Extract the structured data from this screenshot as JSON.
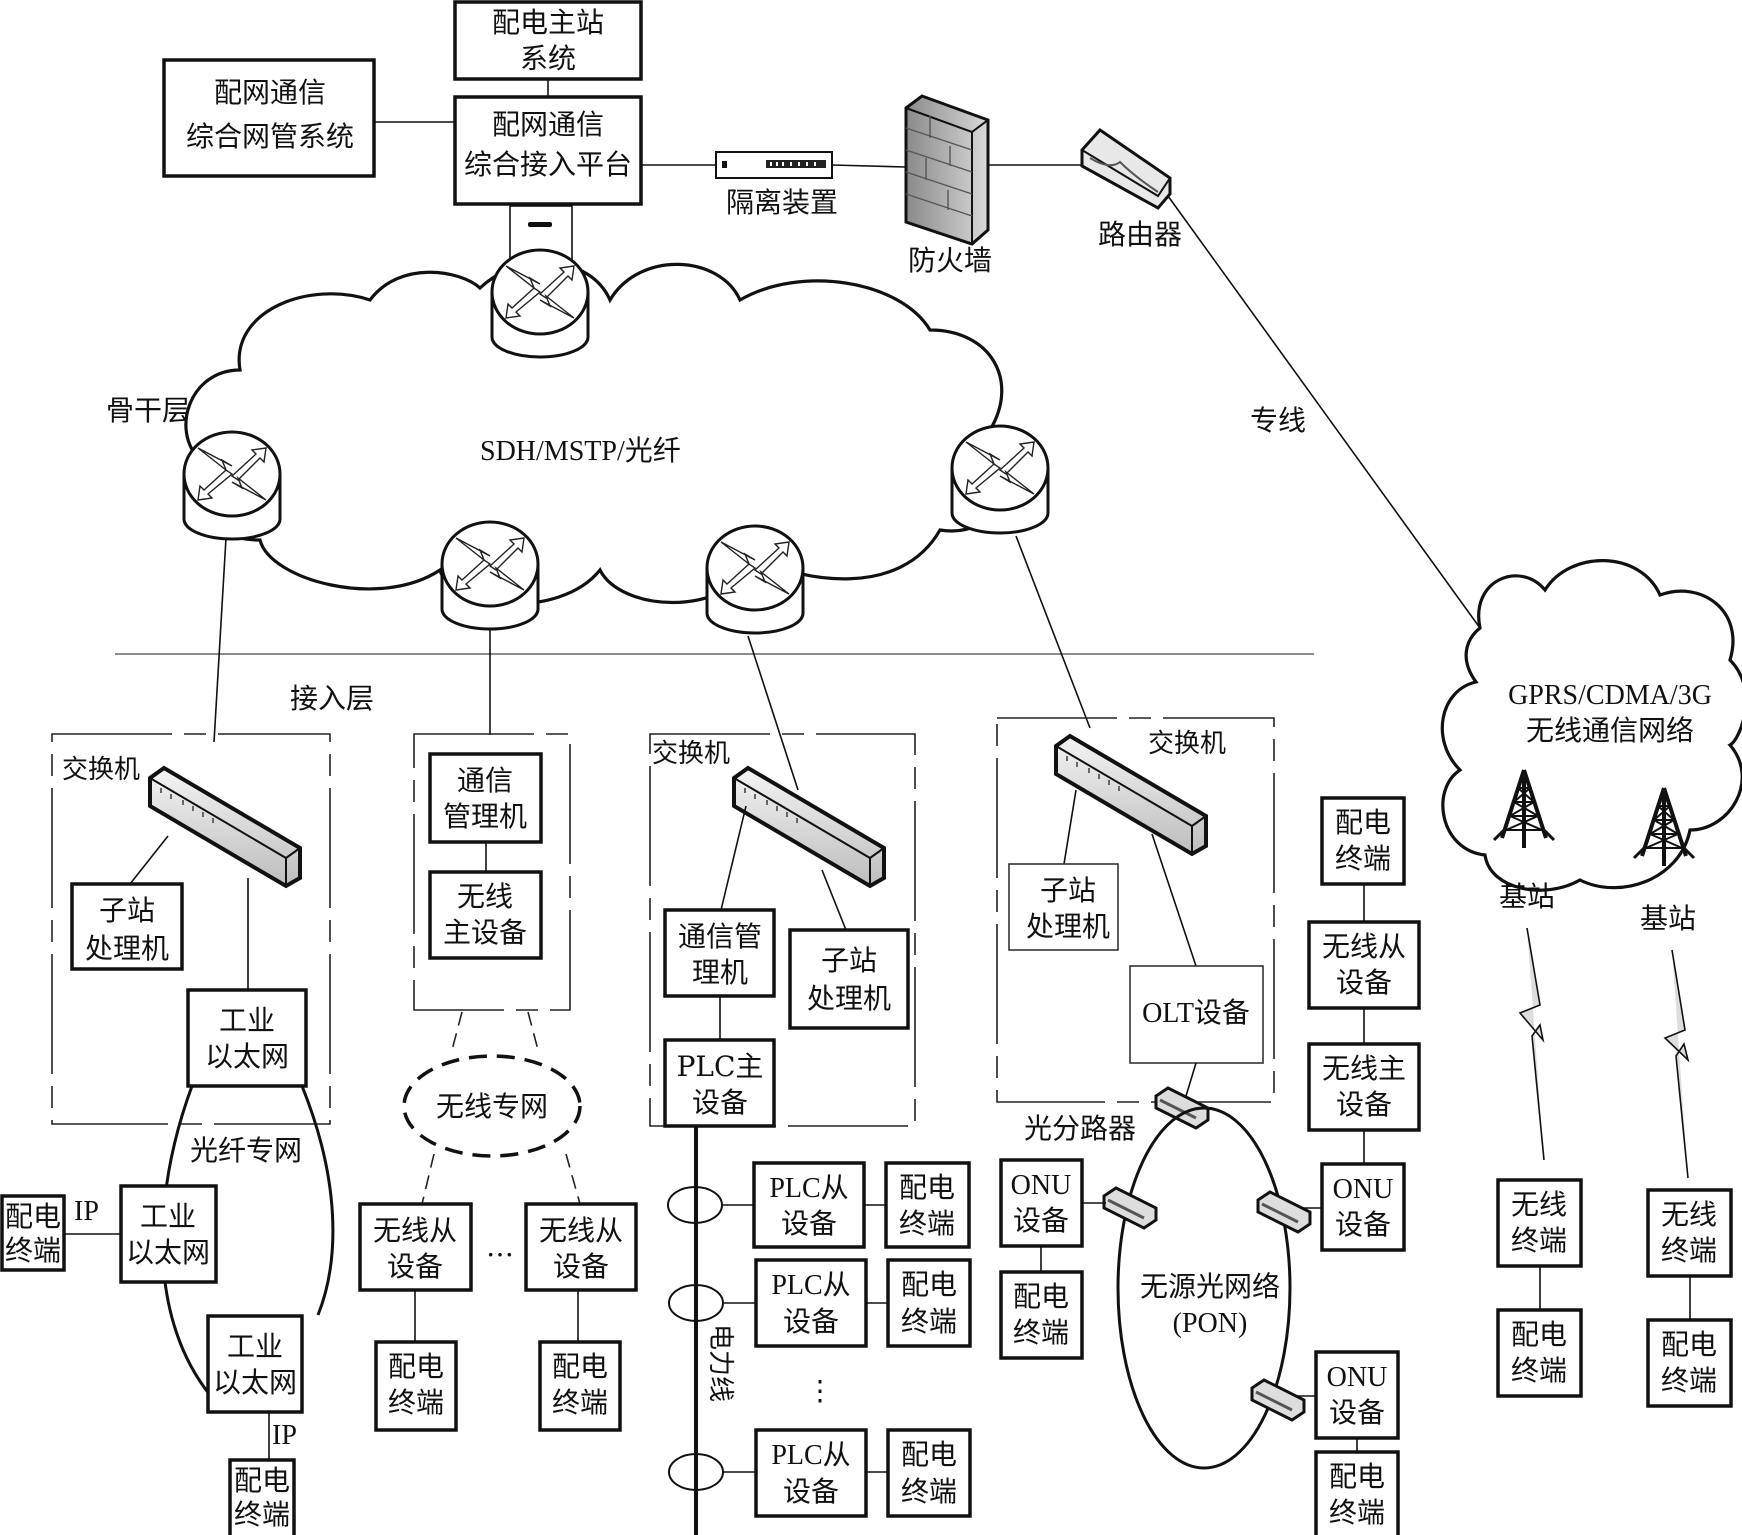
{
  "master": {
    "main_station": [
      "配电主站",
      "系统"
    ],
    "nms": [
      "配网通信",
      "综合网管系统"
    ],
    "access_platform": [
      "配网通信",
      "综合接入平台"
    ],
    "isolation": "隔离装置",
    "firewall": "防火墙",
    "router": "路由器",
    "leased_line": "专线"
  },
  "backbone": {
    "layer_label": "骨干层",
    "network_label": "SDH/MSTP/光纤"
  },
  "access": {
    "layer_label": "接入层",
    "fiber": {
      "switch_label": "交换机",
      "substation": [
        "子站",
        "处理机"
      ],
      "ethernet_top": [
        "工业",
        "以太网"
      ],
      "ring_label": "光纤专网",
      "ethernet_left": [
        "工业",
        "以太网"
      ],
      "ethernet_bottom": [
        "工业",
        "以太网"
      ],
      "ip_left": "IP",
      "ip_bottom": "IP",
      "terminal_left": [
        "配电",
        "终端"
      ],
      "terminal_bottom": [
        "配电",
        "终端"
      ]
    },
    "wireless": {
      "comm_mgr": [
        "通信",
        "管理机"
      ],
      "wireless_master": [
        "无线",
        "主设备"
      ],
      "net_label": "无线专网",
      "slave_1": [
        "无线从",
        "设备"
      ],
      "slave_2": [
        "无线从",
        "设备"
      ],
      "ellipsis": "…",
      "terminal_1": [
        "配电",
        "终端"
      ],
      "terminal_2": [
        "配电",
        "终端"
      ]
    },
    "plc": {
      "switch_label": "交换机",
      "comm_mgr": [
        "通信管",
        "理机"
      ],
      "substation": [
        "子站",
        "处理机"
      ],
      "plc_master": [
        "PLC主",
        "设备"
      ],
      "powerline_label": "电力线",
      "slaves": [
        {
          "device": [
            "PLC从",
            "设备"
          ],
          "terminal": [
            "配电",
            "终端"
          ]
        },
        {
          "device": [
            "PLC从",
            "设备"
          ],
          "terminal": [
            "配电",
            "终端"
          ]
        },
        {
          "device": [
            "PLC从",
            "设备"
          ],
          "terminal": [
            "配电",
            "终端"
          ]
        }
      ],
      "ellipsis": "⋮"
    },
    "pon": {
      "switch_label": "交换机",
      "substation": [
        "子站",
        "处理机"
      ],
      "olt": "OLT设备",
      "splitter_label": "光分路器",
      "net_label": [
        "无源光网络",
        "(PON)"
      ],
      "onu_left": [
        "ONU",
        "设备"
      ],
      "onu_right": [
        "ONU",
        "设备"
      ],
      "onu_bottom": [
        "ONU",
        "设备"
      ],
      "terminal_left": [
        "配电",
        "终端"
      ],
      "terminal_bottom": [
        "配电",
        "终端"
      ],
      "chain": {
        "terminal": [
          "配电",
          "终端"
        ],
        "slave": [
          "无线从",
          "设备"
        ],
        "master": [
          "无线主",
          "设备"
        ]
      }
    }
  },
  "public_wireless": {
    "net_label": [
      "GPRS/CDMA/3G",
      "无线通信网络"
    ],
    "base_station_1": "基站",
    "base_station_2": "基站",
    "terminal_1": {
      "wireless": [
        "无线",
        "终端"
      ],
      "power": [
        "配电",
        "终端"
      ]
    },
    "terminal_2": {
      "wireless": [
        "无线",
        "终端"
      ],
      "power": [
        "配电",
        "终端"
      ]
    }
  }
}
